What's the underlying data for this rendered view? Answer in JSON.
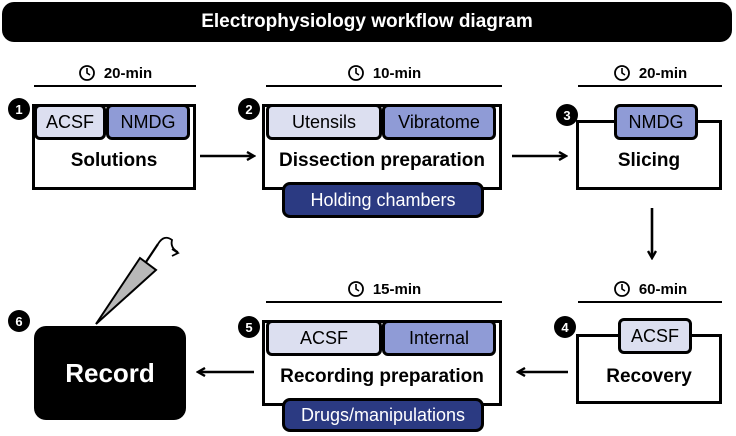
{
  "header": {
    "title": "Electrophysiology workflow diagram"
  },
  "steps": [
    {
      "number": "1",
      "time": "20-min",
      "title": "Solutions",
      "chips": [
        "ACSF",
        "NMDG"
      ]
    },
    {
      "number": "2",
      "time": "10-min",
      "title": "Dissection preparation",
      "chips": [
        "Utensils",
        "Vibratome"
      ],
      "extra": "Holding chambers"
    },
    {
      "number": "3",
      "time": "20-min",
      "title": "Slicing",
      "chips": [
        "NMDG"
      ]
    },
    {
      "number": "4",
      "time": "60-min",
      "title": "Recovery",
      "chips": [
        "ACSF"
      ]
    },
    {
      "number": "5",
      "time": "15-min",
      "title": "Recording preparation",
      "chips": [
        "ACSF",
        "Internal"
      ],
      "extra": "Drugs/manipulations"
    },
    {
      "number": "6",
      "title": "Record"
    }
  ],
  "colors": {
    "light": "#dcdff0",
    "mid": "#8f9bd6",
    "dark": "#2b3a82"
  },
  "icons": [
    "clock-icon",
    "arrow-right-icon",
    "arrow-down-icon",
    "arrow-left-icon",
    "electrode-icon"
  ]
}
